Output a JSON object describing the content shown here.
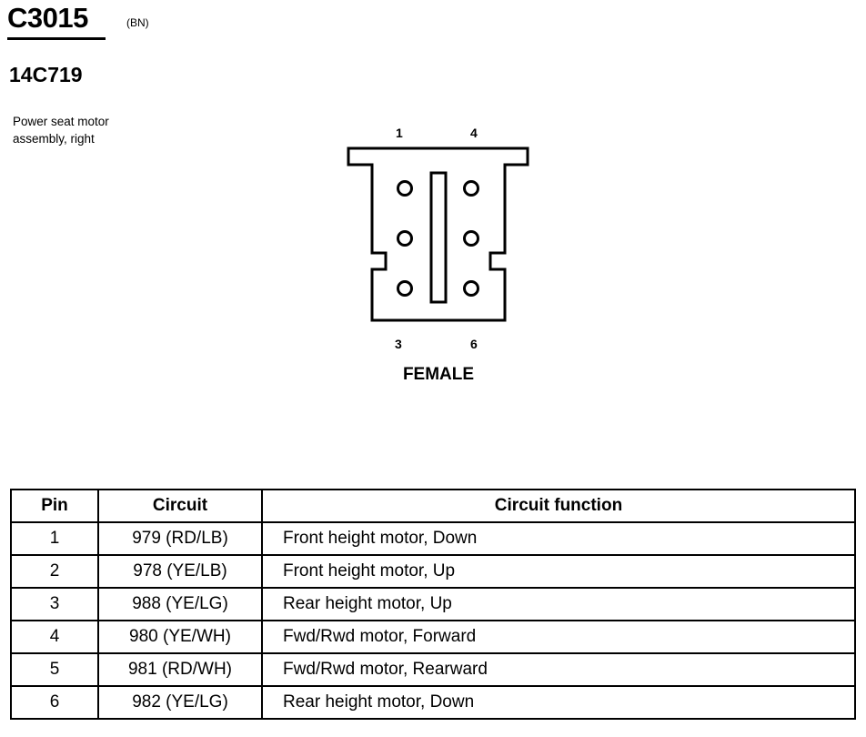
{
  "header": {
    "connector_id": "C3015",
    "connector_color": "(BN)",
    "part_number": "14C719",
    "component_lines": [
      "Power seat motor",
      "assembly, right"
    ]
  },
  "connector": {
    "pin_labels": {
      "top_left": "1",
      "top_right": "4",
      "bottom_left": "3",
      "bottom_right": "6"
    },
    "gender": "FEMALE"
  },
  "table": {
    "headers": [
      "Pin",
      "Circuit",
      "Circuit function"
    ],
    "rows": [
      {
        "pin": "1",
        "circuit": "979 (RD/LB)",
        "function": "Front height motor, Down"
      },
      {
        "pin": "2",
        "circuit": "978 (YE/LB)",
        "function": "Front height motor, Up"
      },
      {
        "pin": "3",
        "circuit": "988 (YE/LG)",
        "function": "Rear height motor, Up"
      },
      {
        "pin": "4",
        "circuit": "980 (YE/WH)",
        "function": "Fwd/Rwd motor, Forward"
      },
      {
        "pin": "5",
        "circuit": "981 (RD/WH)",
        "function": "Fwd/Rwd motor, Rearward"
      },
      {
        "pin": "6",
        "circuit": "982 (YE/LG)",
        "function": "Rear height motor, Down"
      }
    ]
  }
}
